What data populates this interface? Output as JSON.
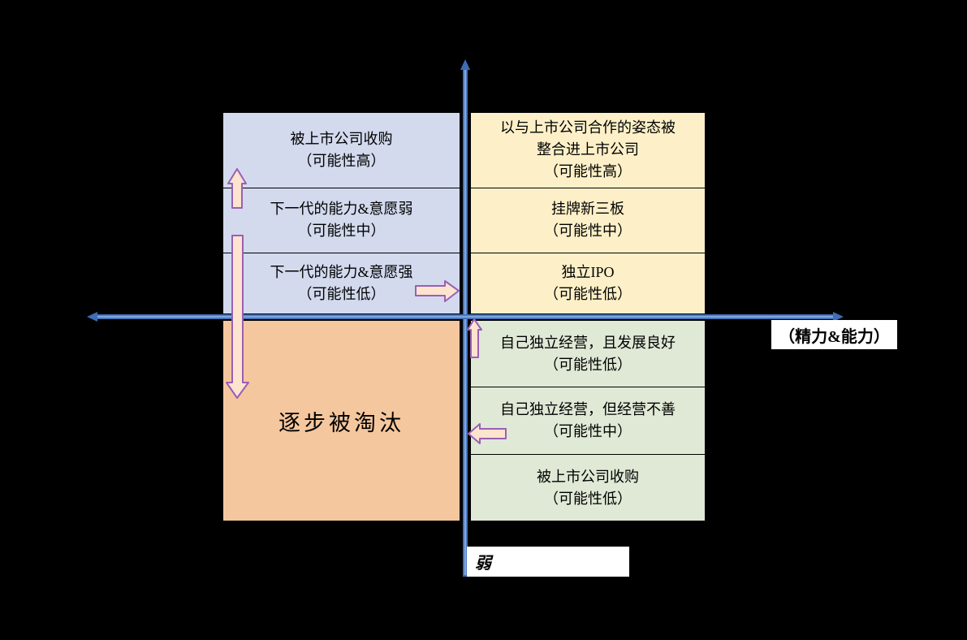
{
  "colors": {
    "bg": "#000000",
    "lavender": "#d3daee",
    "yellow": "#fdf0c8",
    "orange": "#f5c79e",
    "green": "#dfe9d6",
    "cell_border": "#000000",
    "axis_dark": "#3f6db5",
    "axis_light": "#7fa6dd",
    "arrow_fill": "#fce4cf",
    "arrow_stroke": "#9a5fb5",
    "label_bg": "#ffffff",
    "text": "#000000"
  },
  "axes": {
    "x_label": "（精力&能力）",
    "y_bottom_label": "弱"
  },
  "quadrants": {
    "top_left": {
      "cells": [
        {
          "text": "被上市公司收购\n（可能性高）"
        },
        {
          "text": "下一代的能力&意愿弱\n（可能性中）"
        },
        {
          "text": "下一代的能力&意愿强\n（可能性低）"
        }
      ]
    },
    "top_right": {
      "cells": [
        {
          "text": "以与上市公司合作的姿态被\n整合进上市公司\n（可能性高）"
        },
        {
          "text": "挂牌新三板\n（可能性中）"
        },
        {
          "text": "独立IPO\n（可能性低）"
        }
      ]
    },
    "bottom_left": {
      "title": "逐步被淘汰"
    },
    "bottom_right": {
      "cells": [
        {
          "text": "自己独立经营，且发展良好\n（可能性低）"
        },
        {
          "text": "自己独立经营，但经营不善\n（可能性中）"
        },
        {
          "text": "被上市公司收购\n（可能性低）"
        }
      ]
    }
  },
  "arrows": [
    {
      "name": "up-block-arrow-top-left"
    },
    {
      "name": "down-long-block-arrow-left"
    },
    {
      "name": "right-block-arrow-top-left"
    },
    {
      "name": "up-block-arrow-bottom-right"
    },
    {
      "name": "left-block-arrow-bottom-right"
    }
  ]
}
